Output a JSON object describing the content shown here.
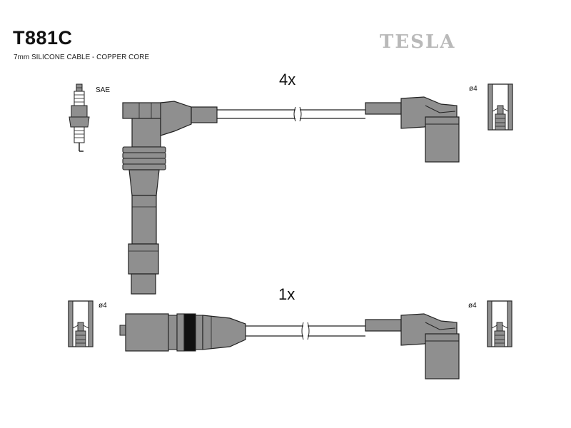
{
  "header": {
    "part_code": "T881C",
    "subtitle": "7mm SILICONE CABLE - COPPER CORE",
    "brand": "TESLA"
  },
  "leads": [
    {
      "quantity": "4x"
    },
    {
      "quantity": "1x"
    }
  ],
  "labels": {
    "spark_plug_thread": "SAE",
    "terminal_diameter": "ø4"
  },
  "colors": {
    "part_fill": "#8f8f8f",
    "part_stroke": "#222222",
    "brand_text": "#b9b9b9"
  }
}
